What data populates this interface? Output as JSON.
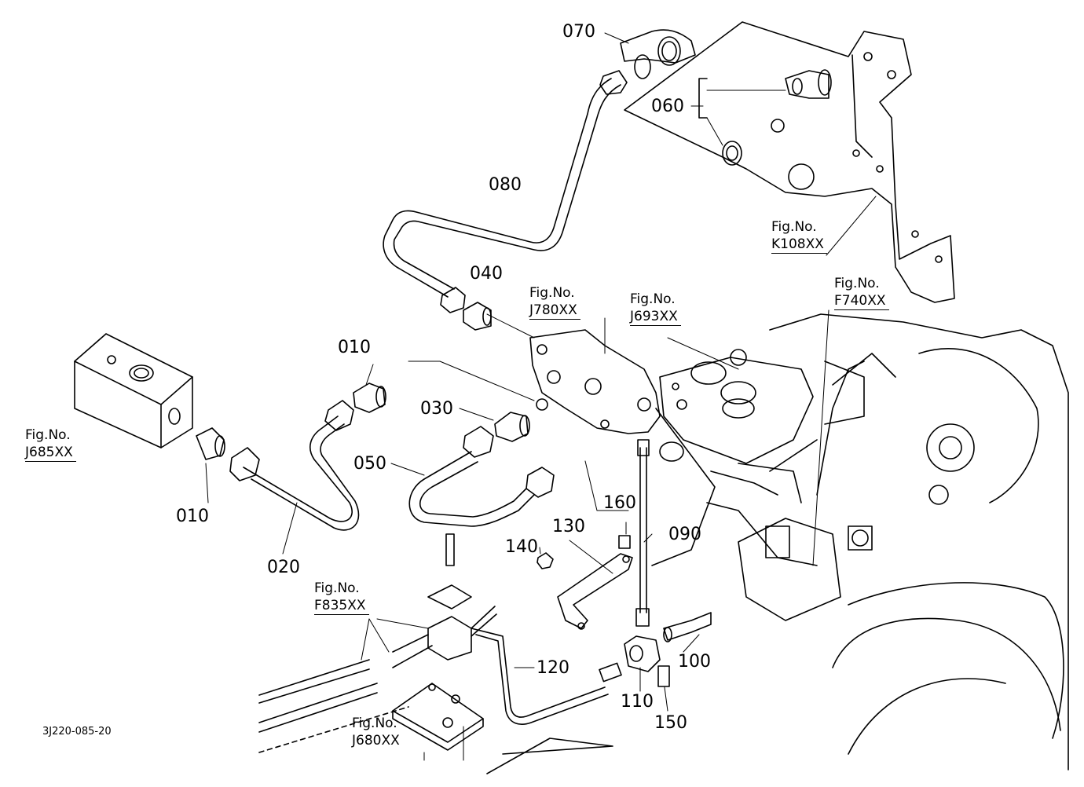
{
  "diagram": {
    "drawing_code": "3J220-085-20",
    "part_labels": [
      {
        "id": "070",
        "name": "part-070"
      },
      {
        "id": "060",
        "name": "part-060"
      },
      {
        "id": "080",
        "name": "part-080"
      },
      {
        "id": "040",
        "name": "part-040"
      },
      {
        "id": "010",
        "name": "part-010-upper"
      },
      {
        "id": "030",
        "name": "part-030"
      },
      {
        "id": "050",
        "name": "part-050"
      },
      {
        "id": "010",
        "name": "part-010-lower"
      },
      {
        "id": "020",
        "name": "part-020"
      },
      {
        "id": "160",
        "name": "part-160"
      },
      {
        "id": "090",
        "name": "part-090"
      },
      {
        "id": "130",
        "name": "part-130"
      },
      {
        "id": "140",
        "name": "part-140"
      },
      {
        "id": "120",
        "name": "part-120"
      },
      {
        "id": "100",
        "name": "part-100"
      },
      {
        "id": "110",
        "name": "part-110"
      },
      {
        "id": "150",
        "name": "part-150"
      }
    ],
    "figure_refs": [
      {
        "prefix": "Fig.No.",
        "ref": "K108XX"
      },
      {
        "prefix": "Fig.No.",
        "ref": "F740XX"
      },
      {
        "prefix": "Fig.No.",
        "ref": "J780XX"
      },
      {
        "prefix": "Fig.No.",
        "ref": "J693XX"
      },
      {
        "prefix": "Fig.No.",
        "ref": "J685XX"
      },
      {
        "prefix": "Fig.No.",
        "ref": "F835XX"
      },
      {
        "prefix": "Fig.No.",
        "ref": "J680XX"
      }
    ]
  }
}
